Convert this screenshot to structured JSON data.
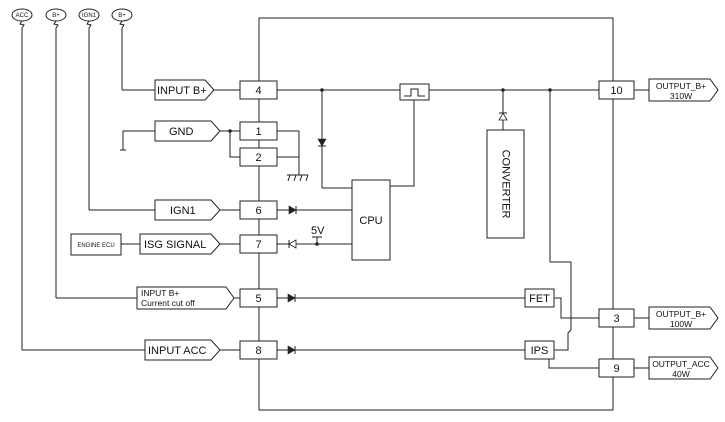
{
  "sources": {
    "acc": "ACC",
    "bplus_1": "B+",
    "ign": "IGN1",
    "bplus_2": "B+"
  },
  "inputs": {
    "input_bplus": "INPUT B+",
    "gnd": "GND",
    "ign1": "IGN1",
    "isg_signal": "ISG SIGNAL",
    "bplus_cut_line1": "INPUT B+",
    "bplus_cut_line2": "Current cut off",
    "input_acc": "INPUT ACC"
  },
  "engine_ecu": "ENGINE ECU",
  "pins": {
    "p4": "4",
    "p1": "1",
    "p2": "2",
    "p6": "6",
    "p7": "7",
    "p5": "5",
    "p8": "8",
    "p10": "10",
    "p3": "3",
    "p9": "9"
  },
  "blocks": {
    "cpu": "CPU",
    "converter": "CONVERTER",
    "fet": "FET",
    "ips": "IPS"
  },
  "voltage_5v": "5V",
  "outputs": {
    "out_b1_name": "OUTPUT_B+",
    "out_b1_power": "310W",
    "out_b2_name": "OUTPUT_B+",
    "out_b2_power": "100W",
    "out_acc_name": "OUTPUT_ACC",
    "out_acc_power": "40W"
  }
}
